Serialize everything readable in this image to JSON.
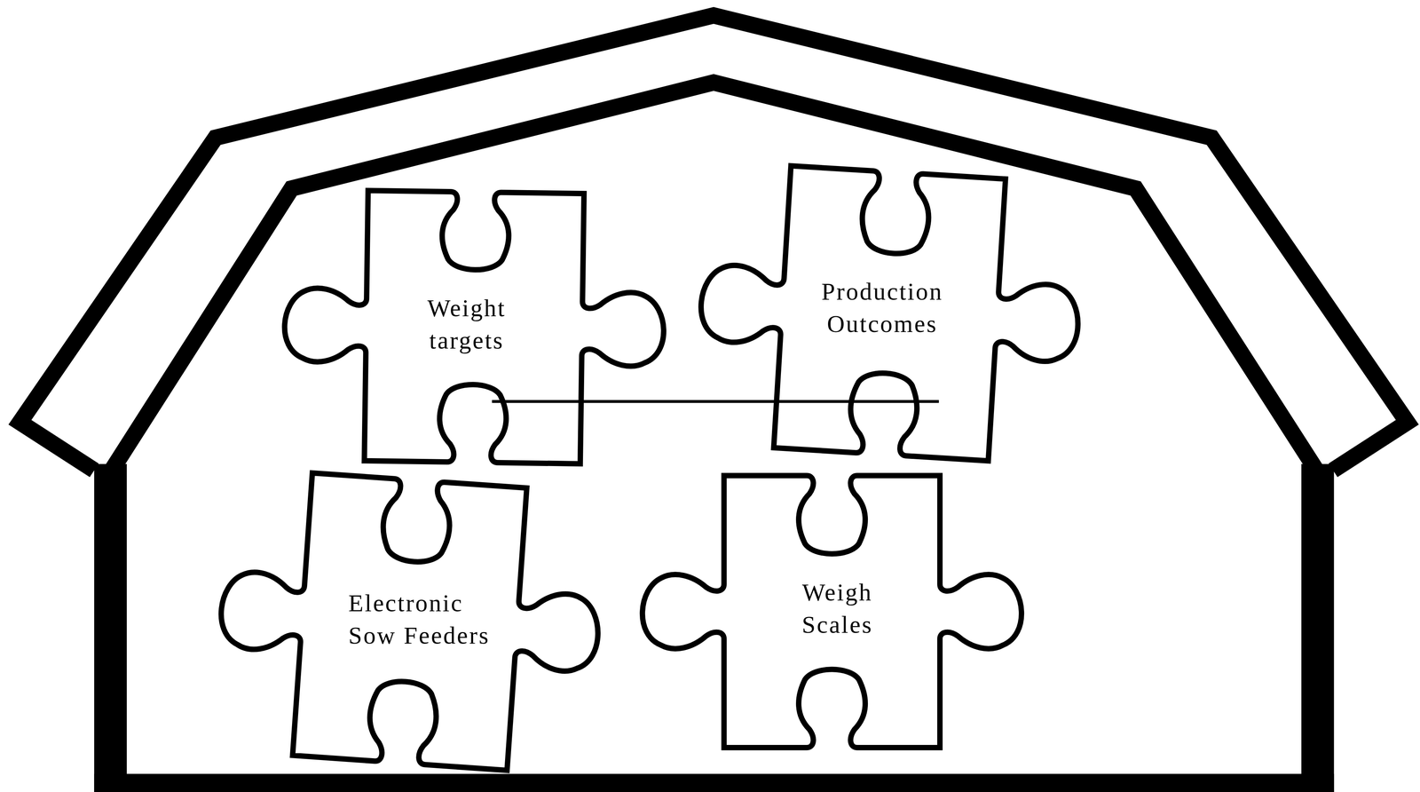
{
  "diagram": {
    "nodes": [
      {
        "text": [
          "Weight targets"
        ]
      },
      {
        "text": [
          "Production Outcomes"
        ]
      },
      {
        "text": [
          "Electronic Sow Feeders"
        ]
      },
      {
        "text": [
          "Weigh Scales"
        ]
      }
    ],
    "edges": [
      {
        "from": 0,
        "to": 1,
        "arrow": "none"
      }
    ]
  }
}
